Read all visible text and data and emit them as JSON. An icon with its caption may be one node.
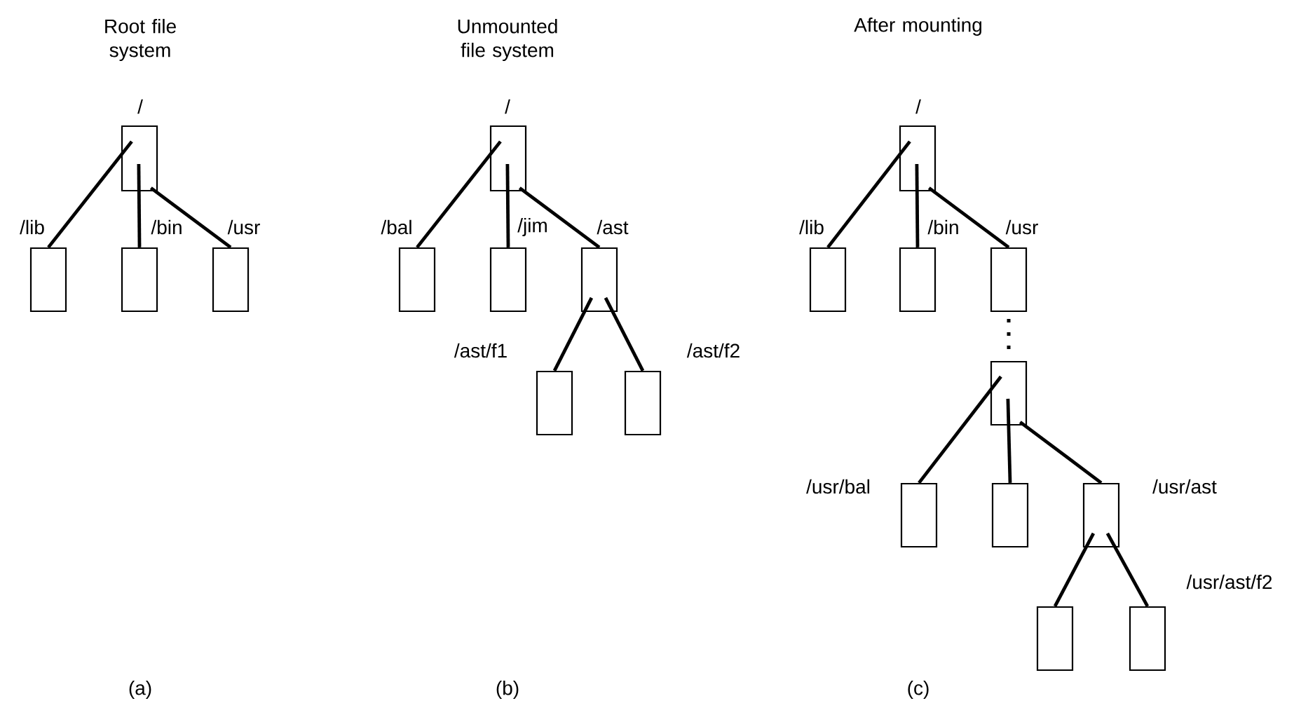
{
  "diagram": {
    "nodes": [
      {
        "text": [],
        "shape": "box",
        "beside": [
          "/"
        ]
      },
      {
        "text": [],
        "shape": "box",
        "beside": [
          "/lib"
        ]
      },
      {
        "text": [],
        "shape": "box",
        "beside": [
          "/bin"
        ]
      },
      {
        "text": [],
        "shape": "box",
        "beside": [
          "/usr"
        ]
      },
      {
        "text": [],
        "shape": "box",
        "beside": [
          "/"
        ]
      },
      {
        "text": [],
        "shape": "box",
        "beside": [
          "/bal"
        ]
      },
      {
        "text": [],
        "shape": "box",
        "beside": [
          "/jim"
        ]
      },
      {
        "text": [],
        "shape": "box",
        "beside": [
          "/ast"
        ]
      },
      {
        "text": [],
        "shape": "box",
        "beside": [
          "/ast/f1"
        ]
      },
      {
        "text": [],
        "shape": "box",
        "beside": [
          "/ast/f2"
        ]
      },
      {
        "text": [],
        "shape": "box",
        "beside": [
          "/"
        ]
      },
      {
        "text": [],
        "shape": "box",
        "beside": [
          "/lib"
        ]
      },
      {
        "text": [],
        "shape": "box",
        "beside": [
          "/bin"
        ]
      },
      {
        "text": [],
        "shape": "box",
        "beside": [
          "/usr"
        ]
      },
      {
        "text": [],
        "shape": "box"
      },
      {
        "text": [],
        "shape": "box",
        "beside": [
          "/usr/bal"
        ]
      },
      {
        "text": [],
        "shape": "box"
      },
      {
        "text": [],
        "shape": "box",
        "beside": [
          "/usr/ast"
        ]
      },
      {
        "text": [],
        "shape": "box"
      },
      {
        "text": [],
        "shape": "box",
        "beside": [
          "/usr/ast/f2"
        ]
      }
    ],
    "edges": [
      {
        "from": 0,
        "to": 1,
        "arrow": "none"
      },
      {
        "from": 0,
        "to": 2,
        "arrow": "none"
      },
      {
        "from": 0,
        "to": 3,
        "arrow": "none"
      },
      {
        "from": 4,
        "to": 5,
        "arrow": "none"
      },
      {
        "from": 4,
        "to": 6,
        "arrow": "none"
      },
      {
        "from": 4,
        "to": 7,
        "arrow": "none"
      },
      {
        "from": 7,
        "to": 8,
        "arrow": "none"
      },
      {
        "from": 7,
        "to": 9,
        "arrow": "none"
      },
      {
        "from": 10,
        "to": 11,
        "arrow": "none"
      },
      {
        "from": 10,
        "to": 12,
        "arrow": "none"
      },
      {
        "from": 10,
        "to": 13,
        "arrow": "none"
      },
      {
        "from": 13,
        "to": 14,
        "arrow": "none",
        "style": "dashed"
      },
      {
        "from": 14,
        "to": 15,
        "arrow": "none"
      },
      {
        "from": 14,
        "to": 16,
        "arrow": "none"
      },
      {
        "from": 14,
        "to": 17,
        "arrow": "none"
      },
      {
        "from": 17,
        "to": 18,
        "arrow": "none"
      },
      {
        "from": 17,
        "to": 19,
        "arrow": "none"
      }
    ],
    "labels": [
      "Root file system",
      "Unmounted file system",
      "After mounting",
      "(a)",
      "(b)",
      "(c)"
    ]
  }
}
